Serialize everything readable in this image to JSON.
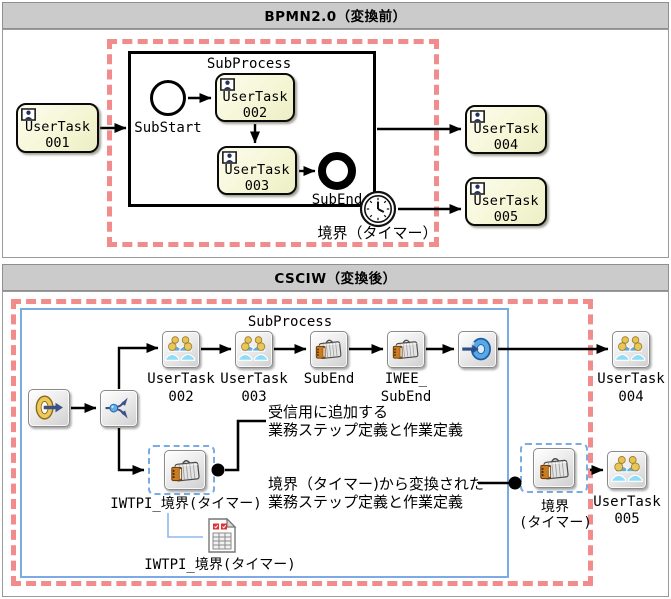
{
  "bpmn": {
    "title": "BPMN2.0（変換前）",
    "subprocess_label": "SubProcess",
    "task001": {
      "l1": "UserTask",
      "l2": "001"
    },
    "substart": "SubStart",
    "task002": {
      "l1": "UserTask",
      "l2": "002"
    },
    "task003": {
      "l1": "UserTask",
      "l2": "003"
    },
    "subend": "SubEnd",
    "timer": "境界（タイマー）",
    "task004": {
      "l1": "UserTask",
      "l2": "004"
    },
    "task005": {
      "l1": "UserTask",
      "l2": "005"
    }
  },
  "csciw": {
    "title": "CSCIW（変換後）",
    "subprocess_label": "SubProcess",
    "task002": {
      "l1": "UserTask",
      "l2": "002"
    },
    "task003": {
      "l1": "UserTask",
      "l2": "003"
    },
    "subend": "SubEnd",
    "iwee_subend": {
      "l1": "IWEE_",
      "l2": "SubEnd"
    },
    "task004": {
      "l1": "UserTask",
      "l2": "004"
    },
    "iwtpi": "IWTPI_境界(タイマー)",
    "doc": "IWTPI_境界(タイマー)",
    "boundary": {
      "l1": "境界",
      "l2": "(タイマー)"
    },
    "task005": {
      "l1": "UserTask",
      "l2": "005"
    },
    "ann_add": {
      "l1": "受信用に追加する",
      "l2": "業務ステップ定義と作業定義"
    },
    "ann_conv": {
      "l1": "境界（タイマー)から変換された",
      "l2": "業務ステップ定義と作業定義"
    }
  },
  "icons": {
    "user_task_group": "people-group-icon",
    "business_step": "briefcase-organizer-icon",
    "process_start": "gold-ring-arrow-icon",
    "split_gateway": "split-arrows-icon",
    "process_end": "blue-ring-arrow-icon",
    "work_definition_doc": "spreadsheet-page-icon",
    "boundary_timer_event": "clock-icon",
    "user_task_mini": "person-in-frame-icon"
  },
  "colors": {
    "accent_red": "#f28c8c",
    "accent_blue": "#7aabe3",
    "task_fill": "#f3f4d0",
    "header_gray": "#cbcbcb",
    "line": "#000000"
  }
}
